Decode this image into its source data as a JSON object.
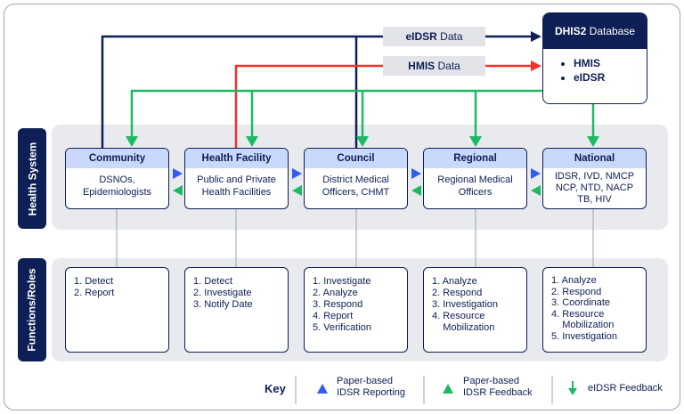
{
  "side_labels": {
    "health_system": "Health System",
    "functions_roles": "Functions/Roles"
  },
  "flows": {
    "eidsr_pill": {
      "bold": "eIDSR",
      "rest": " Data"
    },
    "hmis_pill": {
      "bold": "HMIS",
      "rest": " Data"
    }
  },
  "database": {
    "title_bold": "DHIS2",
    "title_rest": " Database",
    "items": [
      "HMIS",
      "eIDSR"
    ]
  },
  "levels": [
    {
      "title": "Community",
      "body": "DSNOs,\nEpidemiologists"
    },
    {
      "title": "Health Facility",
      "body": "Public and Private\nHealth Facilities"
    },
    {
      "title": "Council",
      "body": "District Medical\nOfficers, CHMT"
    },
    {
      "title": "Regional",
      "body": "Regional Medical\nOfficers"
    },
    {
      "title": "National",
      "body": "IDSR, IVD, NMCP\nNCP, NTD, NACP\nTB, HIV"
    }
  ],
  "roles": [
    [
      "1. Detect",
      "2. Report"
    ],
    [
      "1. Detect",
      "2. Investigate",
      "3. Notify Date"
    ],
    [
      "1. Investigate",
      "2. Analyze",
      "3. Respond",
      "4. Report",
      "5. Verification"
    ],
    [
      "1. Analyze",
      "2. Respond",
      "3. Investigation",
      "4. Resource\n    Mobilization"
    ],
    [
      "1. Analyze",
      "2. Respond",
      "3. Coordinate",
      "4. Resource\n    Mobilization",
      "5. Investigation"
    ]
  ],
  "key": {
    "title": "Key",
    "paper_reporting": "Paper-based\nIDSR Reporting",
    "paper_feedback": "Paper-based\nIDSR Feedback",
    "eidsr_feedback": "eIDSR Feedback"
  },
  "colors": {
    "navy": "#0d1f55",
    "blue": "#2f5cf3",
    "green": "#1cba63",
    "red": "#f2312a"
  }
}
